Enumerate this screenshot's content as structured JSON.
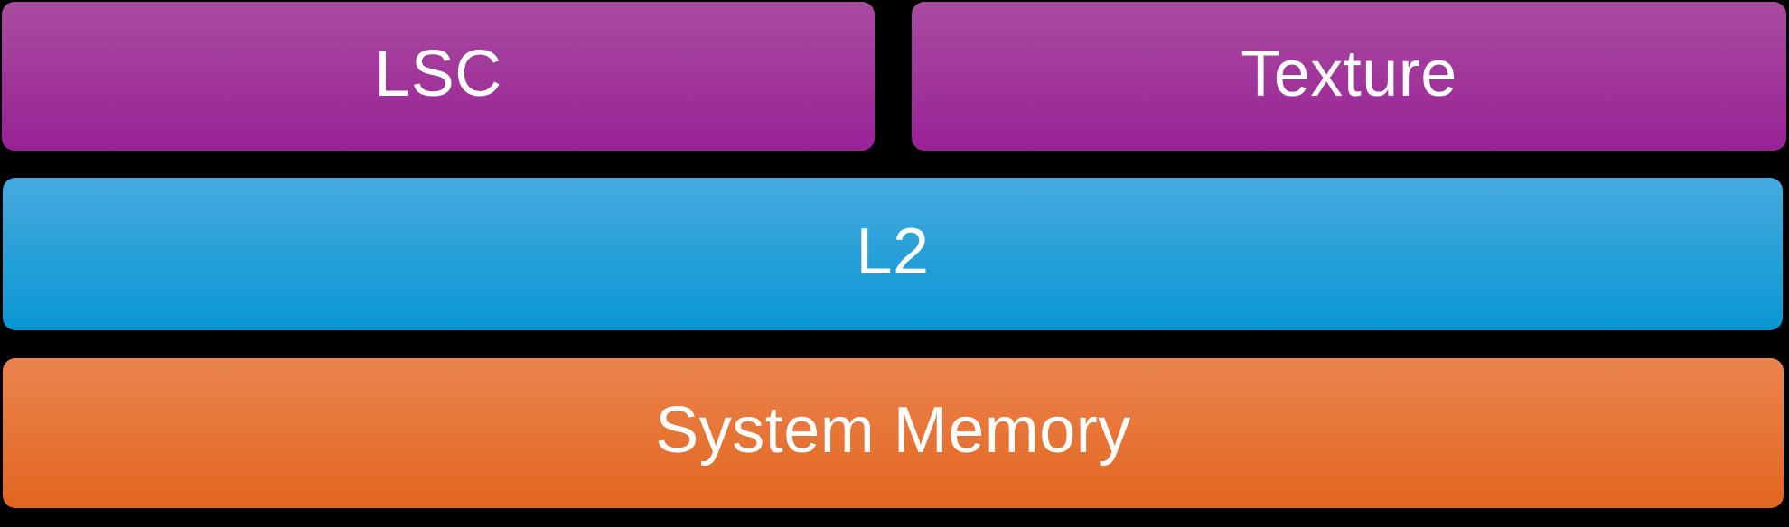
{
  "diagram": {
    "description": "GPU memory hierarchy block diagram",
    "background_color": "#000000",
    "text_color": "#FFFFFF",
    "blocks": {
      "lsc": {
        "label": "LSC",
        "color_top": "#A84C9F",
        "color_bottom": "#9A2197"
      },
      "texture": {
        "label": "Texture",
        "color_top": "#A84C9F",
        "color_bottom": "#9A2197"
      },
      "l2": {
        "label": "L2",
        "color_top": "#47AADE",
        "color_bottom": "#0897D3"
      },
      "system_memory": {
        "label": "System Memory",
        "color_top": "#EB8450",
        "color_bottom": "#E2661E"
      }
    }
  }
}
